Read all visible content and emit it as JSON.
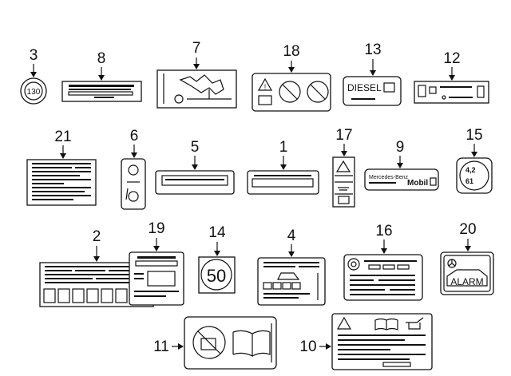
{
  "callouts": [
    "3",
    "8",
    "7",
    "18",
    "13",
    "12",
    "21",
    "6",
    "5",
    "1",
    "17",
    "9",
    "15",
    "2",
    "19",
    "14",
    "4",
    "16",
    "20",
    "11",
    "10"
  ],
  "label_text": {
    "speed_130": "130",
    "diesel": "DIESEL",
    "mercedes_benz": "Mercedes-Benz",
    "mobil": "Mobil",
    "tire_front": "4,2",
    "tire_rear": "61",
    "speed_50": "50",
    "alarm": "ALARM"
  }
}
